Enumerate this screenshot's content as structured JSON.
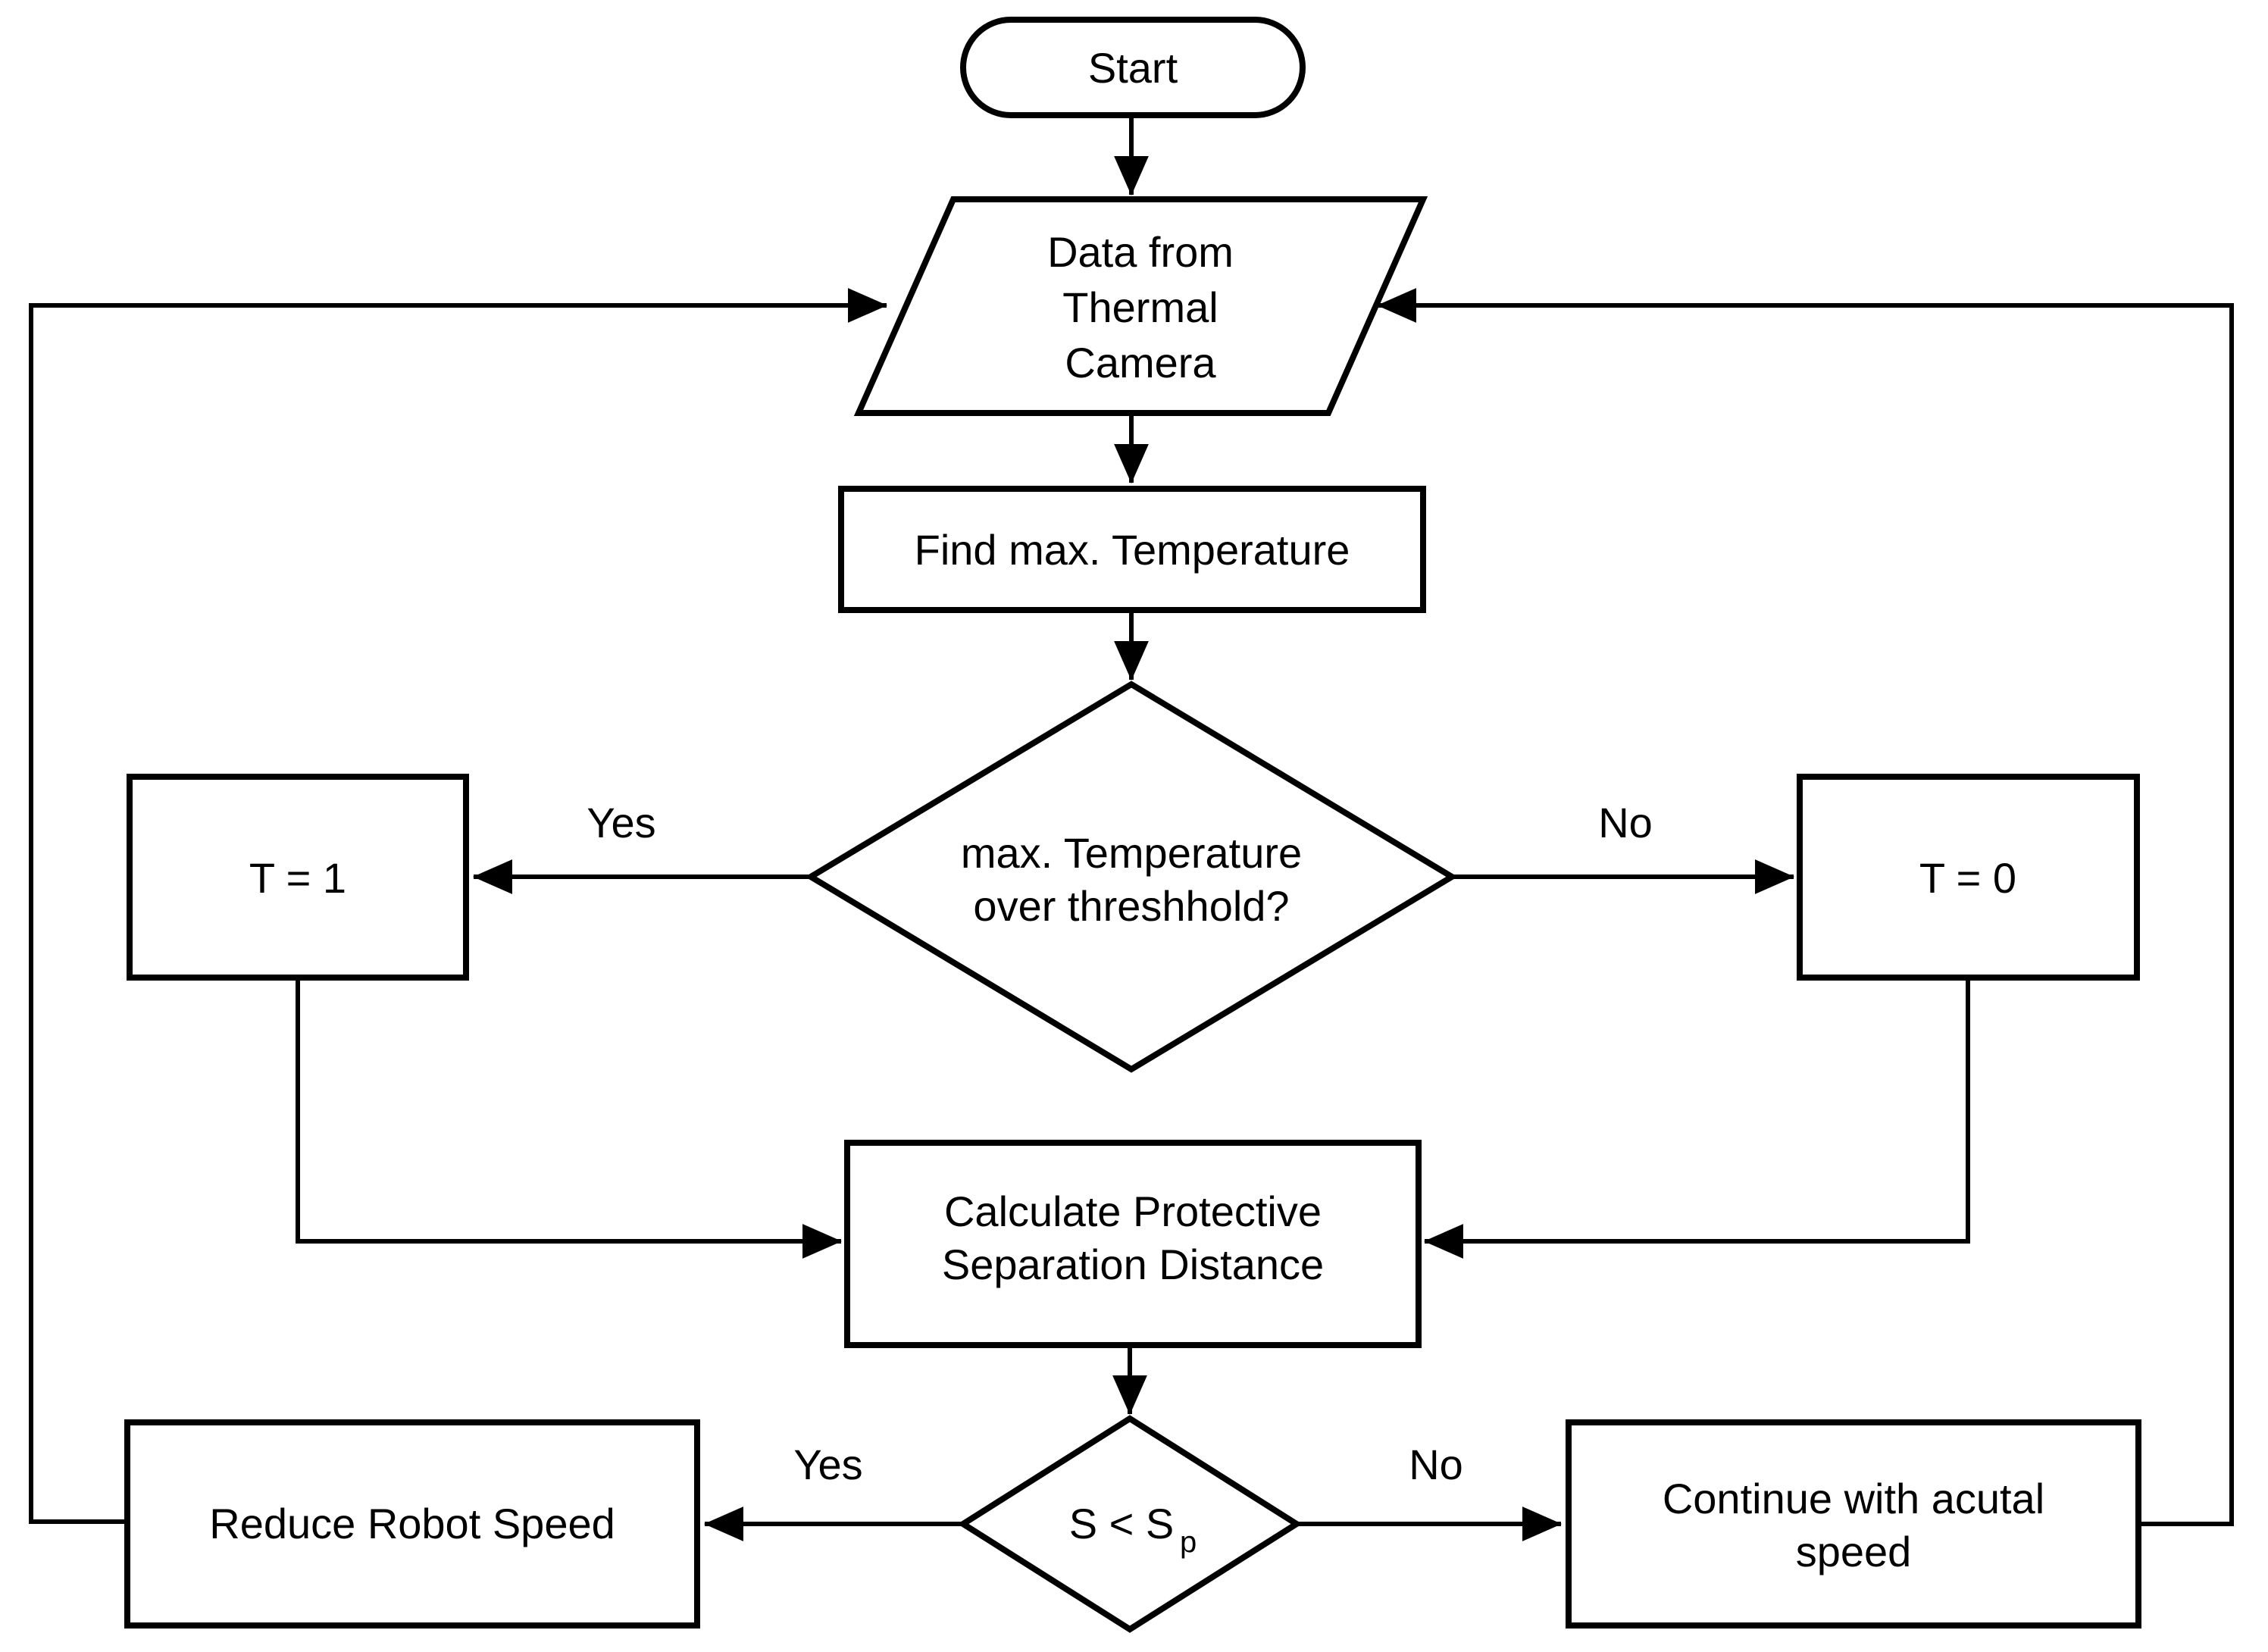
{
  "colors": {
    "stroke": "#000000",
    "background": "#ffffff",
    "text": "#000000"
  },
  "nodes": {
    "start": {
      "type": "terminator",
      "label": "Start"
    },
    "thermal_camera": {
      "type": "data-input",
      "lines": [
        "Data from",
        "Thermal",
        "Camera"
      ]
    },
    "find_max_temperature": {
      "type": "process",
      "label": "Find max. Temperature"
    },
    "temperature_decision": {
      "type": "decision",
      "lines": [
        "max. Temperature",
        "over threshhold?"
      ]
    },
    "t_equals_1": {
      "type": "process",
      "label": "T = 1"
    },
    "t_equals_0": {
      "type": "process",
      "label": "T = 0"
    },
    "calculate_psd": {
      "type": "process",
      "lines": [
        "Calculate Protective",
        "Separation Distance"
      ]
    },
    "speed_decision": {
      "type": "decision",
      "label_main": "S < S",
      "label_sub": "p"
    },
    "reduce_robot_speed": {
      "type": "process",
      "label": "Reduce Robot Speed"
    },
    "continue_actual_speed": {
      "type": "process",
      "lines": [
        "Continue with acutal",
        "speed"
      ]
    }
  },
  "edge_labels": {
    "temperature_yes": "Yes",
    "temperature_no": "No",
    "speed_yes": "Yes",
    "speed_no": "No"
  }
}
